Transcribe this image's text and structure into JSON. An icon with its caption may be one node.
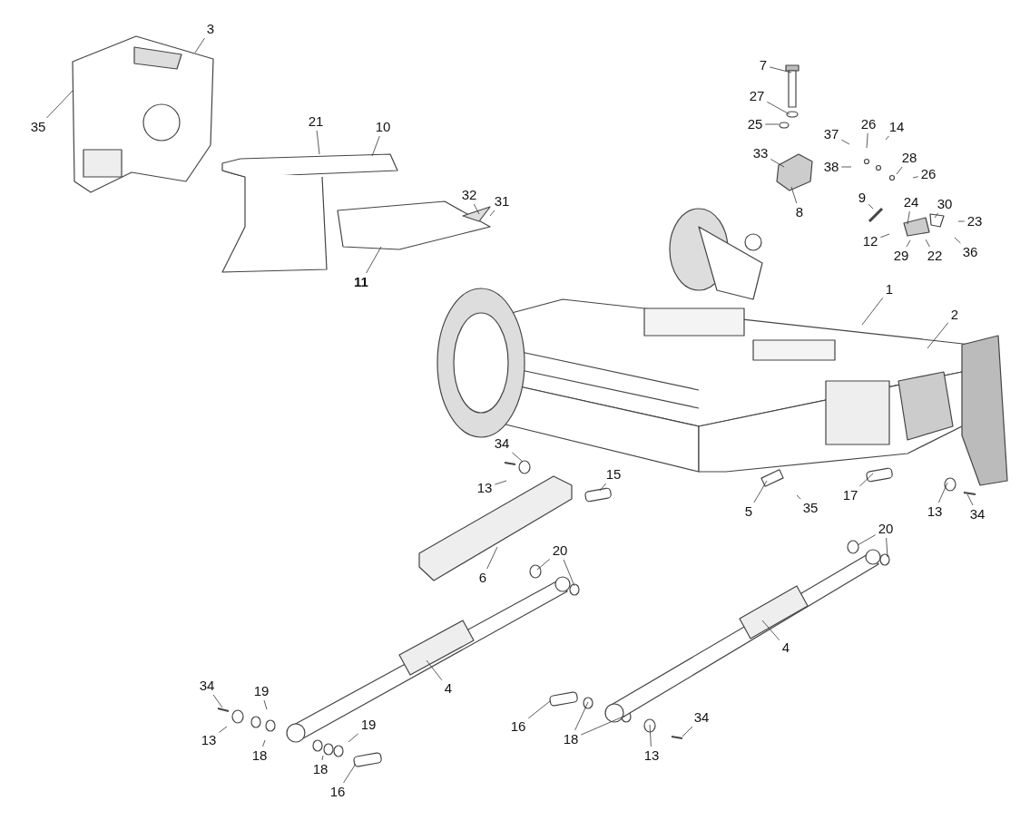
{
  "diagram": {
    "nodes": [
      {
        "text": [
          "3"
        ]
      },
      {
        "text": [
          "7"
        ]
      },
      {
        "text": [
          "27"
        ]
      },
      {
        "text": [
          "21"
        ]
      },
      {
        "text": [
          "10"
        ]
      },
      {
        "text": [
          "35"
        ]
      },
      {
        "text": [
          "25"
        ]
      },
      {
        "text": [
          "26"
        ]
      },
      {
        "text": [
          "14"
        ]
      },
      {
        "text": [
          "37"
        ]
      },
      {
        "text": [
          "33"
        ]
      },
      {
        "text": [
          "28"
        ]
      },
      {
        "text": [
          "38"
        ]
      },
      {
        "text": [
          "26"
        ]
      },
      {
        "text": [
          "32"
        ]
      },
      {
        "text": [
          "31"
        ]
      },
      {
        "text": [
          "9"
        ]
      },
      {
        "text": [
          "24"
        ]
      },
      {
        "text": [
          "30"
        ]
      },
      {
        "text": [
          "8"
        ]
      },
      {
        "text": [
          "23"
        ]
      },
      {
        "text": [
          "12"
        ]
      },
      {
        "text": [
          "36"
        ]
      },
      {
        "text": [
          "29"
        ]
      },
      {
        "text": [
          "22"
        ]
      },
      {
        "text": [
          "11"
        ]
      },
      {
        "text": [
          "1"
        ]
      },
      {
        "text": [
          "2"
        ]
      },
      {
        "text": [
          "34"
        ]
      },
      {
        "text": [
          "15"
        ]
      },
      {
        "text": [
          "13"
        ]
      },
      {
        "text": [
          "17"
        ]
      },
      {
        "text": [
          "5"
        ]
      },
      {
        "text": [
          "35"
        ]
      },
      {
        "text": [
          "13"
        ]
      },
      {
        "text": [
          "34"
        ]
      },
      {
        "text": [
          "20"
        ]
      },
      {
        "text": [
          "20"
        ]
      },
      {
        "text": [
          "6"
        ]
      },
      {
        "text": [
          "4"
        ]
      },
      {
        "text": [
          "34"
        ]
      },
      {
        "text": [
          "4"
        ]
      },
      {
        "text": [
          "19"
        ]
      },
      {
        "text": [
          "34"
        ]
      },
      {
        "text": [
          "19"
        ]
      },
      {
        "text": [
          "16"
        ]
      },
      {
        "text": [
          "13"
        ]
      },
      {
        "text": [
          "18"
        ]
      },
      {
        "text": [
          "18"
        ]
      },
      {
        "text": [
          "13"
        ]
      },
      {
        "text": [
          "18"
        ]
      },
      {
        "text": [
          "16"
        ]
      }
    ],
    "edges": [
      {
        "from": 0,
        "to": null,
        "arrow": "none"
      },
      {
        "from": 1,
        "to": null,
        "arrow": "none"
      },
      {
        "from": 2,
        "to": null,
        "arrow": "none"
      },
      {
        "from": 3,
        "to": null,
        "arrow": "none"
      },
      {
        "from": 4,
        "to": null,
        "arrow": "none"
      },
      {
        "from": 5,
        "to": null,
        "arrow": "none"
      },
      {
        "from": 6,
        "to": null,
        "arrow": "none"
      },
      {
        "from": 7,
        "to": null,
        "arrow": "none"
      },
      {
        "from": 8,
        "to": null,
        "arrow": "none"
      },
      {
        "from": 9,
        "to": null,
        "arrow": "none"
      },
      {
        "from": 10,
        "to": null,
        "arrow": "none"
      },
      {
        "from": 11,
        "to": null,
        "arrow": "none"
      },
      {
        "from": 12,
        "to": null,
        "arrow": "none"
      },
      {
        "from": 13,
        "to": null,
        "arrow": "none"
      },
      {
        "from": 14,
        "to": null,
        "arrow": "none"
      },
      {
        "from": 15,
        "to": null,
        "arrow": "none"
      },
      {
        "from": 16,
        "to": null,
        "arrow": "none"
      },
      {
        "from": 17,
        "to": null,
        "arrow": "none"
      },
      {
        "from": 18,
        "to": null,
        "arrow": "none"
      },
      {
        "from": 19,
        "to": null,
        "arrow": "none"
      },
      {
        "from": 20,
        "to": null,
        "arrow": "none"
      },
      {
        "from": 21,
        "to": null,
        "arrow": "none"
      },
      {
        "from": 22,
        "to": null,
        "arrow": "none"
      },
      {
        "from": 23,
        "to": null,
        "arrow": "none"
      },
      {
        "from": 24,
        "to": null,
        "arrow": "none"
      },
      {
        "from": 25,
        "to": null,
        "arrow": "none"
      },
      {
        "from": 26,
        "to": null,
        "arrow": "none"
      },
      {
        "from": 27,
        "to": null,
        "arrow": "none"
      },
      {
        "from": 28,
        "to": null,
        "arrow": "none"
      },
      {
        "from": 29,
        "to": null,
        "arrow": "none"
      },
      {
        "from": 30,
        "to": null,
        "arrow": "none"
      },
      {
        "from": 31,
        "to": null,
        "arrow": "none"
      },
      {
        "from": 32,
        "to": null,
        "arrow": "none"
      },
      {
        "from": 33,
        "to": null,
        "arrow": "none"
      },
      {
        "from": 34,
        "to": null,
        "arrow": "none"
      },
      {
        "from": 35,
        "to": null,
        "arrow": "none"
      },
      {
        "from": 36,
        "to": null,
        "arrow": "none"
      },
      {
        "from": 36,
        "to": null,
        "arrow": "none"
      },
      {
        "from": 37,
        "to": null,
        "arrow": "none"
      },
      {
        "from": 37,
        "to": null,
        "arrow": "none"
      },
      {
        "from": 38,
        "to": null,
        "arrow": "none"
      },
      {
        "from": 39,
        "to": null,
        "arrow": "none"
      },
      {
        "from": 40,
        "to": null,
        "arrow": "none"
      },
      {
        "from": 41,
        "to": null,
        "arrow": "none"
      },
      {
        "from": 42,
        "to": null,
        "arrow": "none"
      },
      {
        "from": 43,
        "to": null,
        "arrow": "none"
      },
      {
        "from": 44,
        "to": null,
        "arrow": "none"
      },
      {
        "from": 45,
        "to": null,
        "arrow": "none"
      },
      {
        "from": 46,
        "to": null,
        "arrow": "none"
      },
      {
        "from": 47,
        "to": null,
        "arrow": "none"
      },
      {
        "from": 48,
        "to": null,
        "arrow": "none"
      },
      {
        "from": 48,
        "to": null,
        "arrow": "none"
      },
      {
        "from": 49,
        "to": null,
        "arrow": "none"
      },
      {
        "from": 50,
        "to": null,
        "arrow": "none"
      },
      {
        "from": 51,
        "to": null,
        "arrow": "none"
      }
    ]
  }
}
